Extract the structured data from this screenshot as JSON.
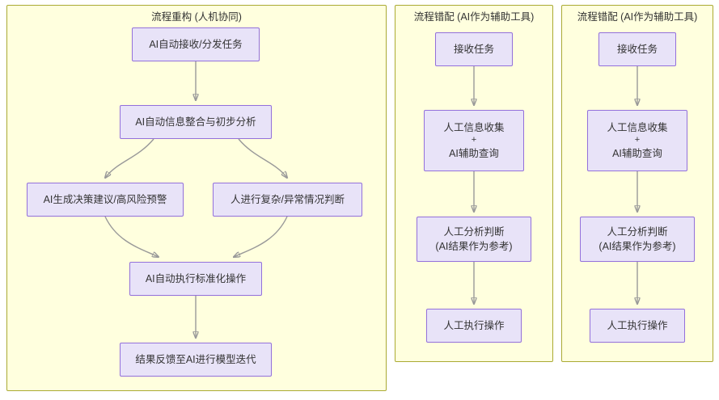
{
  "diagram": {
    "type": "flowchart",
    "orientation": "top-down",
    "panels": [
      {
        "id": "panel-reconstruction",
        "title": "流程重构 (人机协同)",
        "nodes": [
          {
            "id": "n1",
            "lines": [
              "AI自动接收/分发任务"
            ]
          },
          {
            "id": "n2",
            "lines": [
              "AI自动信息整合与初步分析"
            ]
          },
          {
            "id": "n3",
            "lines": [
              "AI生成决策建议/高风险预警"
            ]
          },
          {
            "id": "n4",
            "lines": [
              "人进行复杂/异常情况判断"
            ]
          },
          {
            "id": "n5",
            "lines": [
              "AI自动执行标准化操作"
            ]
          },
          {
            "id": "n6",
            "lines": [
              "结果反馈至AI进行模型迭代"
            ]
          }
        ],
        "edges": [
          {
            "from": "n1",
            "to": "n2"
          },
          {
            "from": "n2",
            "to": "n3"
          },
          {
            "from": "n2",
            "to": "n4"
          },
          {
            "from": "n3",
            "to": "n5"
          },
          {
            "from": "n4",
            "to": "n5"
          },
          {
            "from": "n5",
            "to": "n6"
          }
        ]
      },
      {
        "id": "panel-mismatch-a",
        "title": "流程错配 (AI作为辅助工具)",
        "nodes": [
          {
            "id": "m1",
            "lines": [
              "接收任务"
            ]
          },
          {
            "id": "m2",
            "lines": [
              "人工信息收集",
              "+",
              "AI辅助查询"
            ]
          },
          {
            "id": "m3",
            "lines": [
              "人工分析判断",
              "(AI结果作为参考)"
            ]
          },
          {
            "id": "m4",
            "lines": [
              "人工执行操作"
            ]
          }
        ],
        "edges": [
          {
            "from": "m1",
            "to": "m2"
          },
          {
            "from": "m2",
            "to": "m3"
          },
          {
            "from": "m3",
            "to": "m4"
          }
        ]
      },
      {
        "id": "panel-mismatch-b",
        "title": "流程错配 (AI作为辅助工具)",
        "nodes": [
          {
            "id": "r1",
            "lines": [
              "接收任务"
            ]
          },
          {
            "id": "r2",
            "lines": [
              "人工信息收集",
              "+",
              "AI辅助查询"
            ]
          },
          {
            "id": "r3",
            "lines": [
              "人工分析判断",
              "(AI结果作为参考)"
            ]
          },
          {
            "id": "r4",
            "lines": [
              "人工执行操作"
            ]
          }
        ],
        "edges": [
          {
            "from": "r1",
            "to": "r2"
          },
          {
            "from": "r2",
            "to": "r3"
          },
          {
            "from": "r3",
            "to": "r4"
          }
        ]
      }
    ],
    "colors": {
      "panel_background": "#ffffde",
      "panel_border": "#aaaa33",
      "node_background": "#e8e3f8",
      "node_border": "#9370db",
      "edge_stroke": "#999999",
      "text": "#333333"
    }
  }
}
